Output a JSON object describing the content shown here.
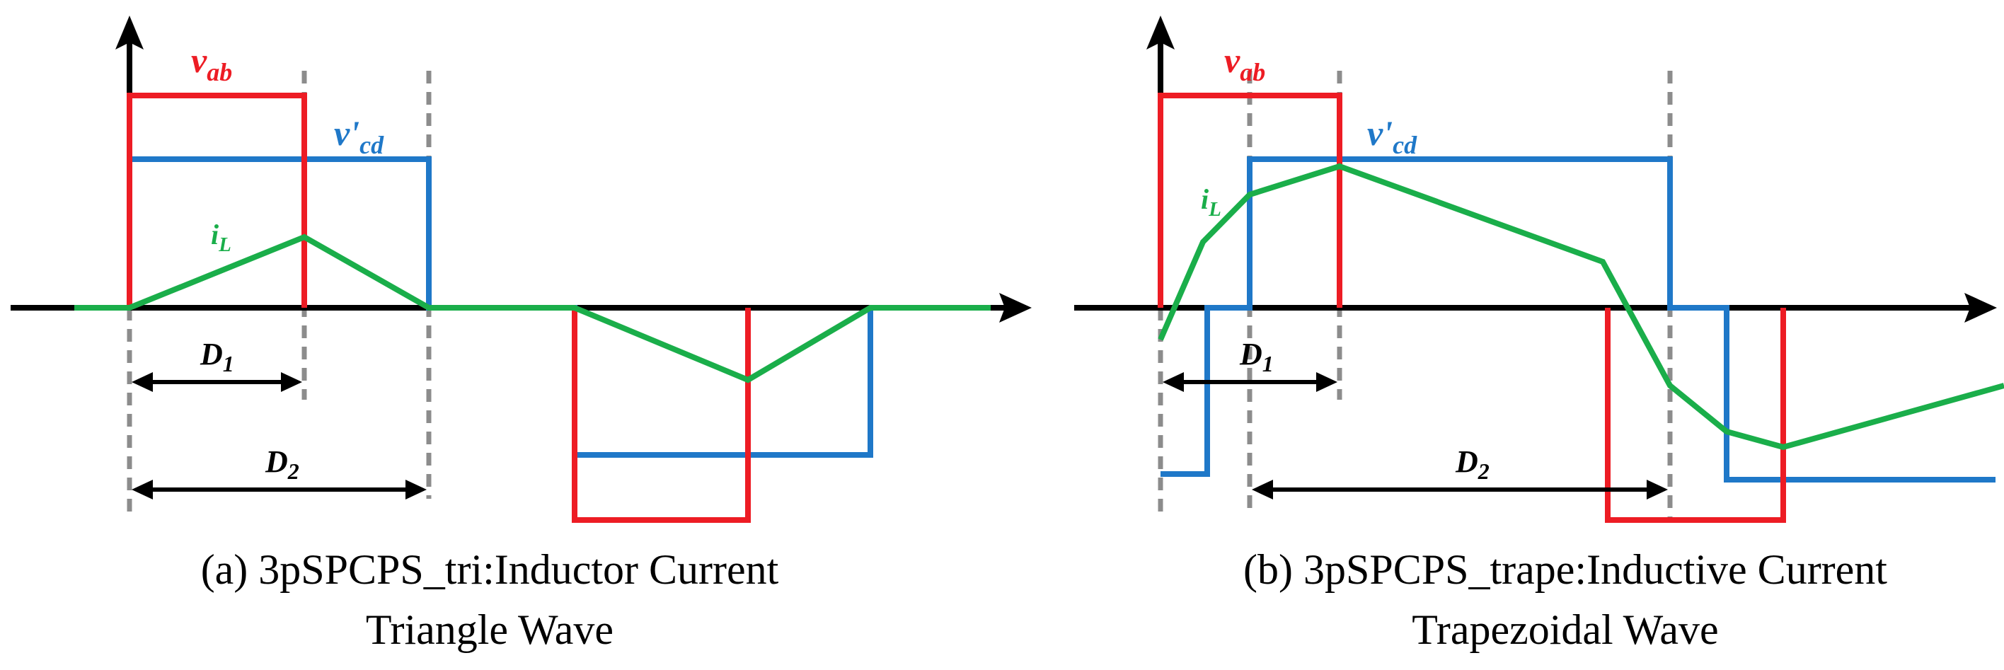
{
  "colors": {
    "vab": "#ed1c24",
    "vcd": "#1f78c8",
    "iL": "#1aae4a",
    "axis": "#000000",
    "guide": "#8c8c8c"
  },
  "panel_a": {
    "vab": {
      "base": "v",
      "sub": "ab"
    },
    "vcd": {
      "base": "v'",
      "sub": "cd"
    },
    "iL": {
      "base": "i",
      "sub": "L"
    },
    "D1": {
      "base": "D",
      "sub": "1"
    },
    "D2": {
      "base": "D",
      "sub": "2"
    },
    "caption_line1": "(a) 3pSPCPS_tri:Inductor Current",
    "caption_line2": "Triangle Wave"
  },
  "panel_b": {
    "vab": {
      "base": "v",
      "sub": "ab"
    },
    "vcd": {
      "base": "v'",
      "sub": "cd"
    },
    "iL": {
      "base": "i",
      "sub": "L"
    },
    "D1": {
      "base": "D",
      "sub": "1"
    },
    "D2": {
      "base": "D",
      "sub": "2"
    },
    "caption_line1": "(b) 3pSPCPS_trape:Inductive Current",
    "caption_line2": "Trapezoidal Wave"
  }
}
